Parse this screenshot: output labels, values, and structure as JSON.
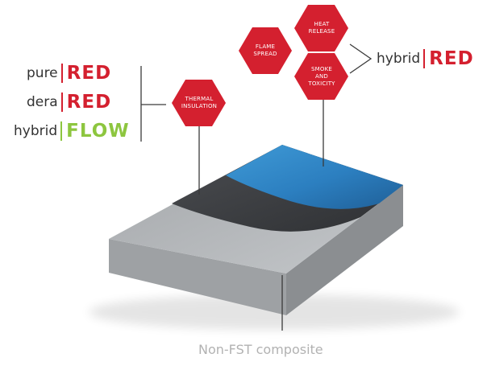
{
  "colors": {
    "brand_red": "#d4202f",
    "flow_green": "#8dc63f",
    "prefix_text": "#333333",
    "caption_text": "#b2b2b2",
    "connector": "#3a3a3a"
  },
  "products_left": [
    {
      "prefix": "pure",
      "suffix": "RED",
      "color": "#d4202f"
    },
    {
      "prefix": "dera",
      "suffix": "RED",
      "color": "#d4202f"
    },
    {
      "prefix": "hybrid",
      "suffix": "FLOW",
      "color": "#8dc63f"
    }
  ],
  "product_right": {
    "prefix": "hybrid",
    "suffix": "RED",
    "color": "#d4202f"
  },
  "hexagons": {
    "thermal": "THERMAL\nINSULATION",
    "flame": "FLAME\nSPREAD",
    "heat": "HEAT\nRELEASE",
    "smoke": "SMOKE\nAND\nTOXICITY"
  },
  "caption": "Non-FST composite"
}
